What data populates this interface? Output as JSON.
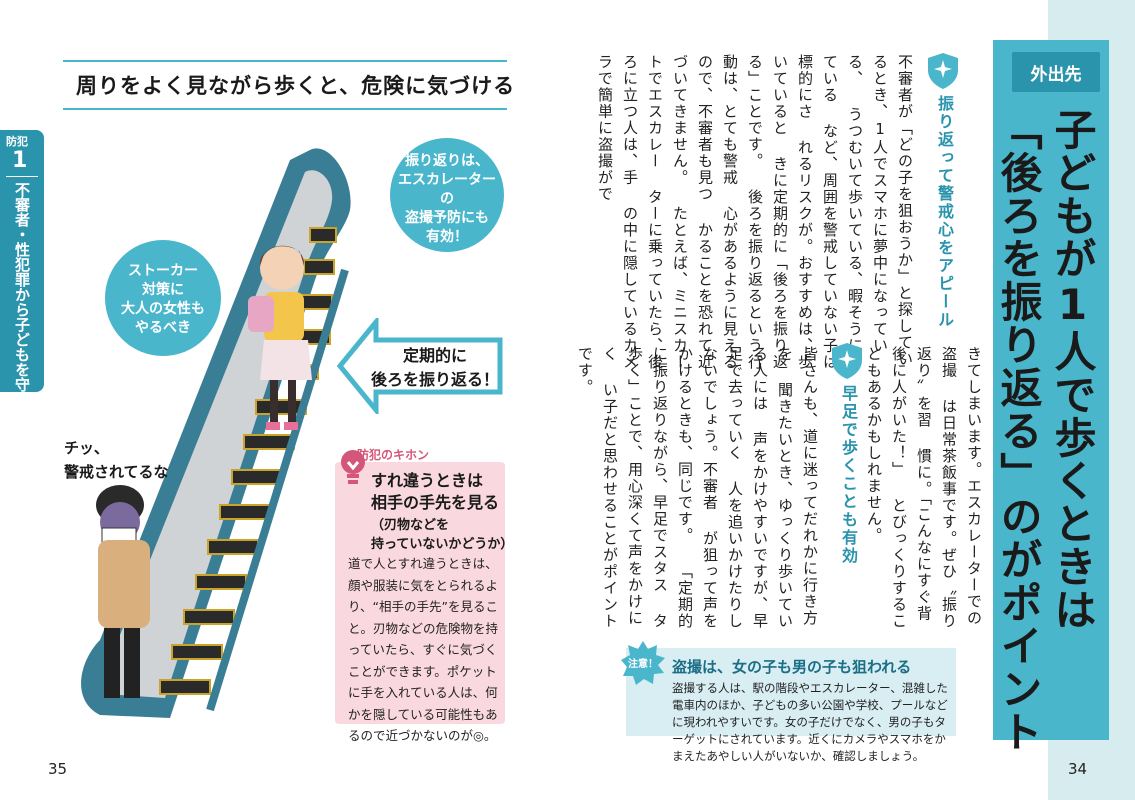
{
  "right_page": {
    "category": "外出先",
    "title_line1": "子どもが1人で歩くときは",
    "title_line2": "「後ろを振り返る」のがポイント",
    "page_number": "34",
    "section1_heading": "振り返って警戒心をアピール",
    "section1_columns": [
      "不審者が「どの子を狙おうか」と探してい",
      "るとき、1人でスマホに夢中になっている、",
      "うつむいて歩いている、暇そうにしている",
      "など、周囲を警戒していない子は標的にさ",
      "れるリスクが。おすすめは、歩いていると",
      "きに定期的に「後ろを振り返る」ことです。",
      "後ろを振り返るという行動は、とても警戒",
      "心があるように見えるので、不審者も見つ",
      "かることを恐れて近づいてきません。",
      "たとえば、ミニスカートでエスカレー",
      "ターに乗っていたら、後ろに立つ人は、手",
      "の中に隠しているカメラで簡単に盗撮がで"
    ],
    "section2_intro_columns": [
      "きてしまいます。エスカレーターでの盗撮",
      "は日常茶飯事です。ぜひ〝振り返り〟を習",
      "慣に。「こんなにすぐ背後に人がいた！」",
      "とびっくりすることもあるかもしれません。"
    ],
    "section2_heading": "早足で歩くことも有効",
    "section2_columns": [
      "皆さんも、道に迷ってだれかに行き方を",
      "聞きたいとき、ゆっくり歩いている人には",
      "声をかけやすいですが、早足で去っていく",
      "人を追いかけたりしないでしょう。不審者",
      "が狙って声をかけるときも、同じです。",
      "「定期的に振り返りながら、早足でスタス",
      "タ歩く」ことで、用心深くて声をかけにく",
      "い子だと思わせることがポイントです。"
    ],
    "caution_badge": "注意！",
    "caution_title": "盗撮は、女の子も男の子も狙われる",
    "caution_text": "盗撮する人は、駅の階段やエスカレーター、混雑した電車内のほか、子どもの多い公園や学校、プールなどに現われやすいです。女の子だけでなく、男の子もターゲットにされています。近くにカメラやスマホをかまえたあやしい人がいないか、確認しましょう。"
  },
  "left_page": {
    "page_number": "35",
    "tab_label": "防犯",
    "tab_number": "1",
    "tab_text": "不審者・性犯罪から子どもを守る",
    "headline": "周りをよく見ながら歩くと、危険に気づける",
    "bubble_escalator": "振り返りは、\nエスカレーターの\n盗撮予防にも\n有効！",
    "bubble_stalker": "ストーカー\n対策に\n大人の女性も\nやるべき",
    "arrow_callout": "定期的に\n後ろを振り返る！",
    "villain_speech": "チッ、\n警戒されてるな",
    "tips_label": "防犯のキホン",
    "tips_title": "すれ違うときは\n相手の手先を見る",
    "tips_sub": "（刃物などを\n持っていないかどうか）",
    "tips_text": "道で人とすれ違うときは、顔や服装に気をとられるより、“相手の手先”を見ること。刃物などの危険物を持っていたら、すぐに気づくことができます。ポケットに手を入れている人は、何かを隠している可能性もあるので近づかないのが◎。"
  },
  "colors": {
    "accent": "#4ab6cc",
    "accent_dark": "#2b94ad",
    "tips_pink": "#f9d8df",
    "highlight": "#fff07a"
  }
}
